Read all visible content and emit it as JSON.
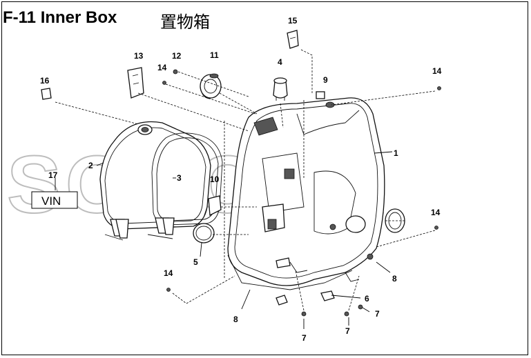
{
  "page": {
    "title": "F-11 Inner Box",
    "title_cn": "置物箱",
    "watermark": "SONORA",
    "vin_label": "VIN"
  },
  "callouts": [
    "1",
    "2",
    "3",
    "4",
    "5",
    "6",
    "7",
    "7",
    "7",
    "8",
    "8",
    "9",
    "10",
    "11",
    "12",
    "13",
    "14",
    "14",
    "14",
    "14",
    "15",
    "16",
    "17"
  ],
  "colors": {
    "line": "#000000",
    "watermark": "#bdbdbd",
    "background": "#ffffff"
  }
}
